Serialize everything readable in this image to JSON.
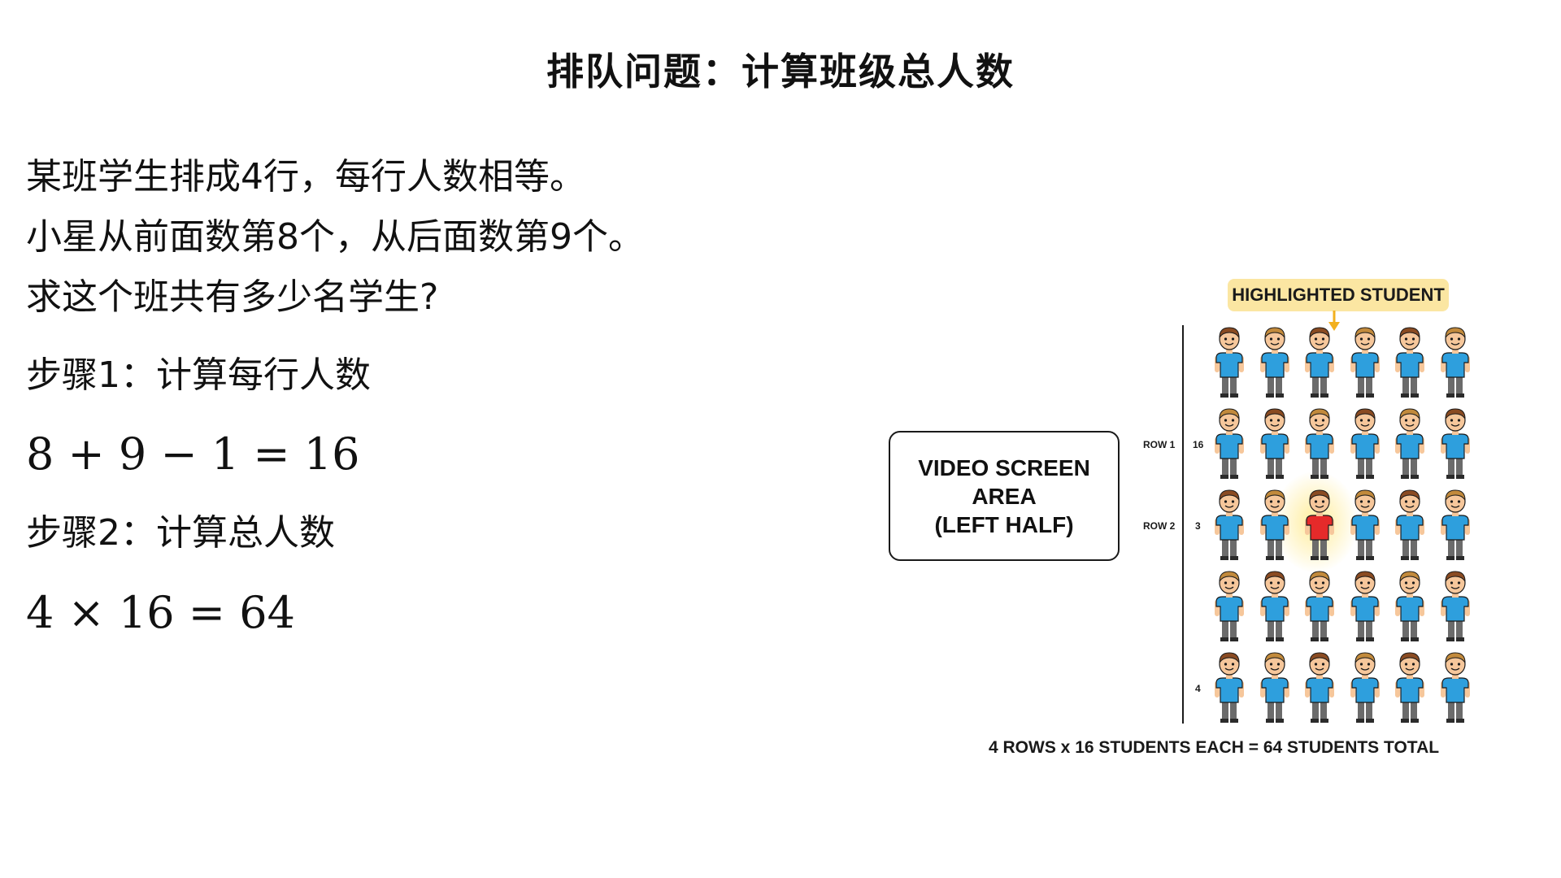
{
  "title": "排队问题：计算班级总人数",
  "problem": {
    "lines": [
      "某班学生排成4行，每行人数相等。",
      "小星从前面数第8个，从后面数第9个。",
      "求这个班共有多少名学生?"
    ]
  },
  "steps": [
    {
      "label": "步骤1：计算每行人数",
      "equation": "8 + 9 − 1 = 16"
    },
    {
      "label": "步骤2：计算总人数",
      "equation": "4 × 16 = 64"
    }
  ],
  "illustration": {
    "video_box": {
      "lines": [
        "VIDEO SCREEN",
        "AREA",
        "(LEFT HALF)"
      ]
    },
    "highlight_label": "HIGHLIGHTED STUDENT",
    "row_labels": [
      "ROW 1",
      "ROW 2"
    ],
    "row_numbers": [
      "16",
      "3",
      "4"
    ],
    "grid": {
      "rows": 5,
      "cols": 6,
      "highlight_row": 3,
      "highlight_col": 3
    },
    "colors": {
      "shirt": "#2e9fdd",
      "highlight_shirt": "#e52a2a",
      "skin": "#f6c79b",
      "hair_dark": "#8a4b22",
      "hair_light": "#c28a3c",
      "pants": "#6b6b6b",
      "label_bg": "#fbe6a2",
      "arrow": "#f2b01e"
    },
    "footer": "4 ROWS x 16 STUDENTS EACH = 64 STUDENTS TOTAL"
  }
}
